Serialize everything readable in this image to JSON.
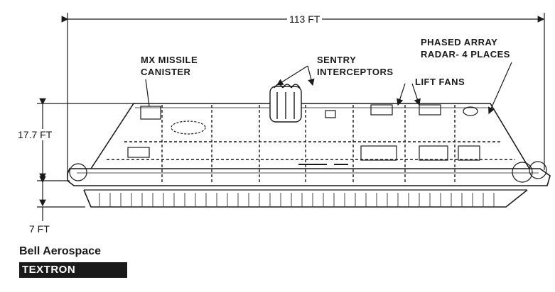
{
  "dimensions": {
    "length": "113 FT",
    "height": "17.7 FT",
    "cushion": "7 FT"
  },
  "callouts": {
    "mx_missile_line1": "MX MISSILE",
    "mx_missile_line2": "CANISTER",
    "sentry_line1": "SENTRY",
    "sentry_line2": "INTERCEPTORS",
    "lift_fans": "LIFT FANS",
    "radar_line1": "PHASED ARRAY",
    "radar_line2": "RADAR- 4 PLACES"
  },
  "branding": {
    "company": "Bell Aerospace",
    "parent": "TEXTRON"
  }
}
